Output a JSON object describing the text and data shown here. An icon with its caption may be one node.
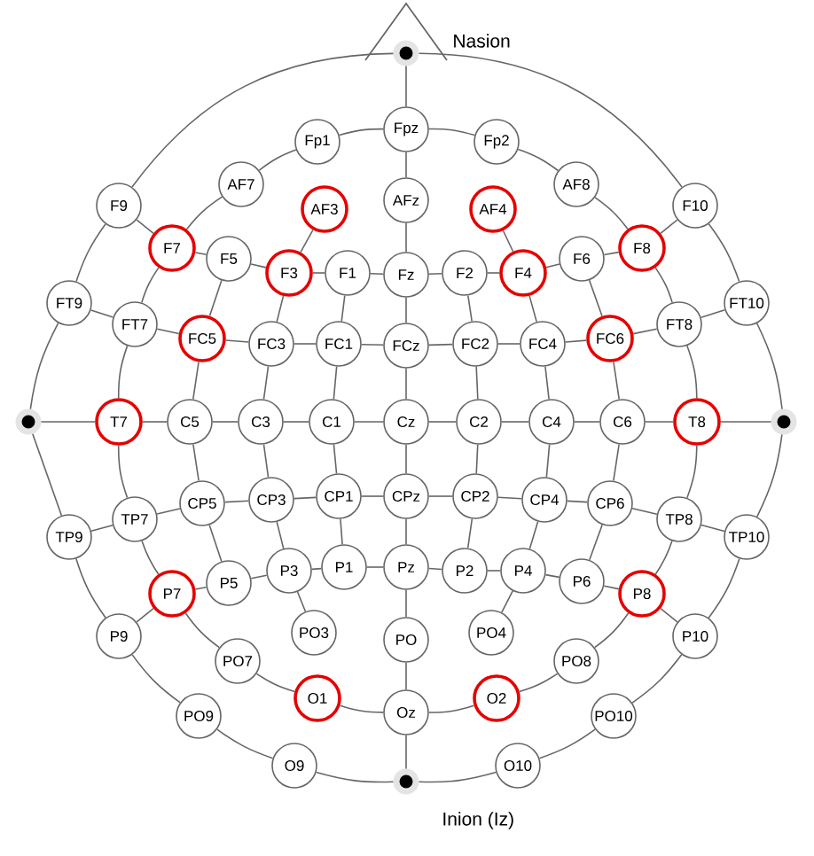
{
  "diagram": {
    "nodes": [
      {
        "text": [],
        "shape": "circle",
        "beside": [
          "Nasion"
        ]
      },
      {
        "text": [
          "Fp1"
        ]
      },
      {
        "text": [
          "Fpz"
        ]
      },
      {
        "text": [
          "Fp2"
        ]
      },
      {
        "text": [
          "AF7"
        ]
      },
      {
        "text": [
          "AF3"
        ]
      },
      {
        "text": [
          "AFz"
        ]
      },
      {
        "text": [
          "AF4"
        ]
      },
      {
        "text": [
          "AF8"
        ]
      },
      {
        "text": [
          "F9"
        ]
      },
      {
        "text": [
          "F7"
        ]
      },
      {
        "text": [
          "F5"
        ]
      },
      {
        "text": [
          "F3"
        ]
      },
      {
        "text": [
          "F1"
        ]
      },
      {
        "text": [
          "Fz"
        ]
      },
      {
        "text": [
          "F2"
        ]
      },
      {
        "text": [
          "F4"
        ]
      },
      {
        "text": [
          "F6"
        ]
      },
      {
        "text": [
          "F8"
        ]
      },
      {
        "text": [
          "F10"
        ]
      },
      {
        "text": [
          "FT9"
        ]
      },
      {
        "text": [
          "FT7"
        ]
      },
      {
        "text": [
          "FC5"
        ]
      },
      {
        "text": [
          "FC3"
        ]
      },
      {
        "text": [
          "FC1"
        ]
      },
      {
        "text": [
          "FCz"
        ]
      },
      {
        "text": [
          "FC2"
        ]
      },
      {
        "text": [
          "FC4"
        ]
      },
      {
        "text": [
          "FC6"
        ]
      },
      {
        "text": [
          "FT8"
        ]
      },
      {
        "text": [
          "FT10"
        ]
      },
      {
        "text": [],
        "shape": "circle"
      },
      {
        "text": [
          "T7"
        ]
      },
      {
        "text": [
          "C5"
        ]
      },
      {
        "text": [
          "C3"
        ]
      },
      {
        "text": [
          "C1"
        ]
      },
      {
        "text": [
          "Cz"
        ]
      },
      {
        "text": [
          "C2"
        ]
      },
      {
        "text": [
          "C4"
        ]
      },
      {
        "text": [
          "C6"
        ]
      },
      {
        "text": [
          "T8"
        ]
      },
      {
        "text": [],
        "shape": "circle"
      },
      {
        "text": [
          "TP9"
        ]
      },
      {
        "text": [
          "TP7"
        ]
      },
      {
        "text": [
          "CP5"
        ]
      },
      {
        "text": [
          "CP3"
        ]
      },
      {
        "text": [
          "CP1"
        ]
      },
      {
        "text": [
          "CPz"
        ]
      },
      {
        "text": [
          "CP2"
        ]
      },
      {
        "text": [
          "CP4"
        ]
      },
      {
        "text": [
          "CP6"
        ]
      },
      {
        "text": [
          "TP8"
        ]
      },
      {
        "text": [
          "TP10"
        ]
      },
      {
        "text": [
          "P9"
        ]
      },
      {
        "text": [
          "P7"
        ]
      },
      {
        "text": [
          "P5"
        ]
      },
      {
        "text": [
          "P3"
        ]
      },
      {
        "text": [
          "P1"
        ]
      },
      {
        "text": [
          "Pz"
        ]
      },
      {
        "text": [
          "P2"
        ]
      },
      {
        "text": [
          "P4"
        ]
      },
      {
        "text": [
          "P6"
        ]
      },
      {
        "text": [
          "P8"
        ]
      },
      {
        "text": [
          "P10"
        ]
      },
      {
        "text": [
          "PO7"
        ]
      },
      {
        "text": [
          "PO3"
        ]
      },
      {
        "text": [
          "PO"
        ]
      },
      {
        "text": [
          "PO4"
        ]
      },
      {
        "text": [
          "PO8"
        ]
      },
      {
        "text": [
          "PO9"
        ]
      },
      {
        "text": [
          "O1"
        ]
      },
      {
        "text": [
          "Oz"
        ]
      },
      {
        "text": [
          "O2"
        ]
      },
      {
        "text": [
          "PO10"
        ]
      },
      {
        "text": [
          "O9"
        ]
      },
      {
        "text": [
          "O10"
        ]
      },
      {
        "text": [],
        "shape": "circle",
        "beside": [
          "Inion (Iz)"
        ]
      }
    ],
    "edges": [
      {
        "from": 0,
        "to": 19,
        "arrow": "none"
      },
      {
        "from": 19,
        "to": 30,
        "arrow": "none"
      },
      {
        "from": 30,
        "to": 41,
        "arrow": "none"
      },
      {
        "from": 41,
        "to": 52,
        "arrow": "none"
      },
      {
        "from": 52,
        "to": 63,
        "arrow": "none"
      },
      {
        "from": 63,
        "to": 73,
        "arrow": "none"
      },
      {
        "from": 73,
        "to": 75,
        "arrow": "none"
      },
      {
        "from": 75,
        "to": 76,
        "arrow": "none"
      },
      {
        "from": 76,
        "to": 74,
        "arrow": "none"
      },
      {
        "from": 74,
        "to": 69,
        "arrow": "none"
      },
      {
        "from": 69,
        "to": 53,
        "arrow": "none"
      },
      {
        "from": 53,
        "to": 42,
        "arrow": "none"
      },
      {
        "from": 42,
        "to": 31,
        "arrow": "none"
      },
      {
        "from": 31,
        "to": 20,
        "arrow": "none"
      },
      {
        "from": 20,
        "to": 9,
        "arrow": "none"
      },
      {
        "from": 9,
        "to": 0,
        "arrow": "none"
      },
      {
        "from": 2,
        "to": 3,
        "arrow": "none"
      },
      {
        "from": 3,
        "to": 8,
        "arrow": "none"
      },
      {
        "from": 8,
        "to": 18,
        "arrow": "none"
      },
      {
        "from": 18,
        "to": 29,
        "arrow": "none"
      },
      {
        "from": 29,
        "to": 40,
        "arrow": "none"
      },
      {
        "from": 40,
        "to": 51,
        "arrow": "none"
      },
      {
        "from": 51,
        "to": 62,
        "arrow": "none"
      },
      {
        "from": 62,
        "to": 68,
        "arrow": "none"
      },
      {
        "from": 68,
        "to": 72,
        "arrow": "none"
      },
      {
        "from": 72,
        "to": 71,
        "arrow": "none"
      },
      {
        "from": 71,
        "to": 70,
        "arrow": "none"
      },
      {
        "from": 70,
        "to": 64,
        "arrow": "none"
      },
      {
        "from": 64,
        "to": 54,
        "arrow": "none"
      },
      {
        "from": 54,
        "to": 43,
        "arrow": "none"
      },
      {
        "from": 43,
        "to": 32,
        "arrow": "none"
      },
      {
        "from": 32,
        "to": 21,
        "arrow": "none"
      },
      {
        "from": 21,
        "to": 10,
        "arrow": "none"
      },
      {
        "from": 10,
        "to": 4,
        "arrow": "none"
      },
      {
        "from": 4,
        "to": 1,
        "arrow": "none"
      },
      {
        "from": 1,
        "to": 2,
        "arrow": "none"
      },
      {
        "from": 9,
        "to": 10,
        "arrow": "none"
      },
      {
        "from": 19,
        "to": 18,
        "arrow": "none"
      },
      {
        "from": 20,
        "to": 21,
        "arrow": "none"
      },
      {
        "from": 30,
        "to": 29,
        "arrow": "none"
      },
      {
        "from": 42,
        "to": 43,
        "arrow": "none"
      },
      {
        "from": 52,
        "to": 51,
        "arrow": "none"
      },
      {
        "from": 53,
        "to": 54,
        "arrow": "none"
      },
      {
        "from": 63,
        "to": 62,
        "arrow": "none"
      },
      {
        "from": 0,
        "to": 2,
        "arrow": "none"
      },
      {
        "from": 2,
        "to": 6,
        "arrow": "none"
      },
      {
        "from": 6,
        "to": 14,
        "arrow": "none"
      },
      {
        "from": 14,
        "to": 25,
        "arrow": "none"
      },
      {
        "from": 25,
        "to": 36,
        "arrow": "none"
      },
      {
        "from": 36,
        "to": 47,
        "arrow": "none"
      },
      {
        "from": 47,
        "to": 58,
        "arrow": "none"
      },
      {
        "from": 58,
        "to": 66,
        "arrow": "none"
      },
      {
        "from": 66,
        "to": 71,
        "arrow": "none"
      },
      {
        "from": 71,
        "to": 76,
        "arrow": "none"
      },
      {
        "from": 10,
        "to": 11,
        "arrow": "none"
      },
      {
        "from": 11,
        "to": 12,
        "arrow": "none"
      },
      {
        "from": 12,
        "to": 13,
        "arrow": "none"
      },
      {
        "from": 13,
        "to": 14,
        "arrow": "none"
      },
      {
        "from": 14,
        "to": 15,
        "arrow": "none"
      },
      {
        "from": 15,
        "to": 16,
        "arrow": "none"
      },
      {
        "from": 16,
        "to": 17,
        "arrow": "none"
      },
      {
        "from": 17,
        "to": 18,
        "arrow": "none"
      },
      {
        "from": 21,
        "to": 22,
        "arrow": "none"
      },
      {
        "from": 22,
        "to": 23,
        "arrow": "none"
      },
      {
        "from": 23,
        "to": 24,
        "arrow": "none"
      },
      {
        "from": 24,
        "to": 25,
        "arrow": "none"
      },
      {
        "from": 25,
        "to": 26,
        "arrow": "none"
      },
      {
        "from": 26,
        "to": 27,
        "arrow": "none"
      },
      {
        "from": 27,
        "to": 28,
        "arrow": "none"
      },
      {
        "from": 28,
        "to": 29,
        "arrow": "none"
      },
      {
        "from": 31,
        "to": 32,
        "arrow": "none"
      },
      {
        "from": 32,
        "to": 33,
        "arrow": "none"
      },
      {
        "from": 33,
        "to": 34,
        "arrow": "none"
      },
      {
        "from": 34,
        "to": 35,
        "arrow": "none"
      },
      {
        "from": 35,
        "to": 36,
        "arrow": "none"
      },
      {
        "from": 36,
        "to": 37,
        "arrow": "none"
      },
      {
        "from": 37,
        "to": 38,
        "arrow": "none"
      },
      {
        "from": 38,
        "to": 39,
        "arrow": "none"
      },
      {
        "from": 39,
        "to": 40,
        "arrow": "none"
      },
      {
        "from": 40,
        "to": 41,
        "arrow": "none"
      },
      {
        "from": 43,
        "to": 44,
        "arrow": "none"
      },
      {
        "from": 44,
        "to": 45,
        "arrow": "none"
      },
      {
        "from": 45,
        "to": 46,
        "arrow": "none"
      },
      {
        "from": 46,
        "to": 47,
        "arrow": "none"
      },
      {
        "from": 47,
        "to": 48,
        "arrow": "none"
      },
      {
        "from": 48,
        "to": 49,
        "arrow": "none"
      },
      {
        "from": 49,
        "to": 50,
        "arrow": "none"
      },
      {
        "from": 50,
        "to": 51,
        "arrow": "none"
      },
      {
        "from": 54,
        "to": 55,
        "arrow": "none"
      },
      {
        "from": 55,
        "to": 56,
        "arrow": "none"
      },
      {
        "from": 56,
        "to": 57,
        "arrow": "none"
      },
      {
        "from": 57,
        "to": 58,
        "arrow": "none"
      },
      {
        "from": 58,
        "to": 59,
        "arrow": "none"
      },
      {
        "from": 59,
        "to": 60,
        "arrow": "none"
      },
      {
        "from": 60,
        "to": 61,
        "arrow": "none"
      },
      {
        "from": 61,
        "to": 62,
        "arrow": "none"
      },
      {
        "from": 5,
        "to": 12,
        "arrow": "none"
      },
      {
        "from": 12,
        "to": 23,
        "arrow": "none"
      },
      {
        "from": 23,
        "to": 34,
        "arrow": "none"
      },
      {
        "from": 34,
        "to": 45,
        "arrow": "none"
      },
      {
        "from": 45,
        "to": 56,
        "arrow": "none"
      },
      {
        "from": 56,
        "to": 65,
        "arrow": "none"
      },
      {
        "from": 7,
        "to": 16,
        "arrow": "none"
      },
      {
        "from": 16,
        "to": 27,
        "arrow": "none"
      },
      {
        "from": 27,
        "to": 38,
        "arrow": "none"
      },
      {
        "from": 38,
        "to": 49,
        "arrow": "none"
      },
      {
        "from": 49,
        "to": 60,
        "arrow": "none"
      },
      {
        "from": 60,
        "to": 67,
        "arrow": "none"
      },
      {
        "from": 11,
        "to": 22,
        "arrow": "none"
      },
      {
        "from": 22,
        "to": 33,
        "arrow": "none"
      },
      {
        "from": 33,
        "to": 44,
        "arrow": "none"
      },
      {
        "from": 44,
        "to": 55,
        "arrow": "none"
      },
      {
        "from": 17,
        "to": 28,
        "arrow": "none"
      },
      {
        "from": 28,
        "to": 39,
        "arrow": "none"
      },
      {
        "from": 39,
        "to": 50,
        "arrow": "none"
      },
      {
        "from": 50,
        "to": 61,
        "arrow": "none"
      },
      {
        "from": 13,
        "to": 24,
        "arrow": "none"
      },
      {
        "from": 24,
        "to": 35,
        "arrow": "none"
      },
      {
        "from": 35,
        "to": 46,
        "arrow": "none"
      },
      {
        "from": 46,
        "to": 57,
        "arrow": "none"
      },
      {
        "from": 15,
        "to": 26,
        "arrow": "none"
      },
      {
        "from": 26,
        "to": 37,
        "arrow": "none"
      },
      {
        "from": 37,
        "to": 48,
        "arrow": "none"
      },
      {
        "from": 48,
        "to": 59,
        "arrow": "none"
      }
    ]
  }
}
